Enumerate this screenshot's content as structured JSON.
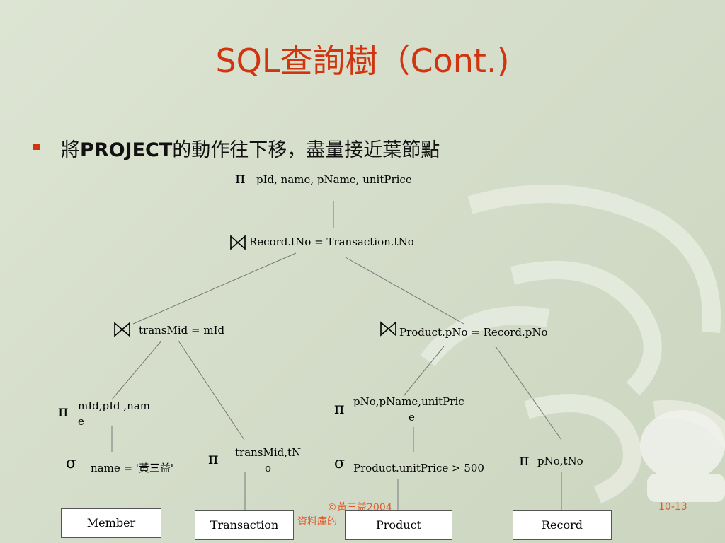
{
  "title": "SQL查詢樹（Cont.)",
  "bullet": {
    "prefix": "將",
    "bold": "PROJECT",
    "suffix": "的動作往下移，盡量接近葉節點"
  },
  "symbols": {
    "pi": "π",
    "sigma": "σ"
  },
  "nodes": {
    "root_project": "pId, name, pName, unitPrice",
    "join_top": "Record.tNo = Transaction.tNo",
    "join_left": "transMid = mId",
    "join_right": "Product.pNo = Record.pNo",
    "proj_member_l1": "mId,pId ,nam",
    "proj_member_l2": "e",
    "proj_product_l1": "pNo,pName,unitPric",
    "proj_product_l2": "e",
    "select_member": "name = '黃三益'",
    "proj_trans_l1": "transMid,tN",
    "proj_trans_l2": "o",
    "select_product": "Product.unitPrice > 500",
    "proj_record": "pNo,tNo"
  },
  "tables": [
    "Member",
    "Transaction",
    "Product",
    "Record"
  ],
  "footer": {
    "copyright": "©黃三益2004",
    "book": "資料庫的",
    "page": "10-13"
  }
}
